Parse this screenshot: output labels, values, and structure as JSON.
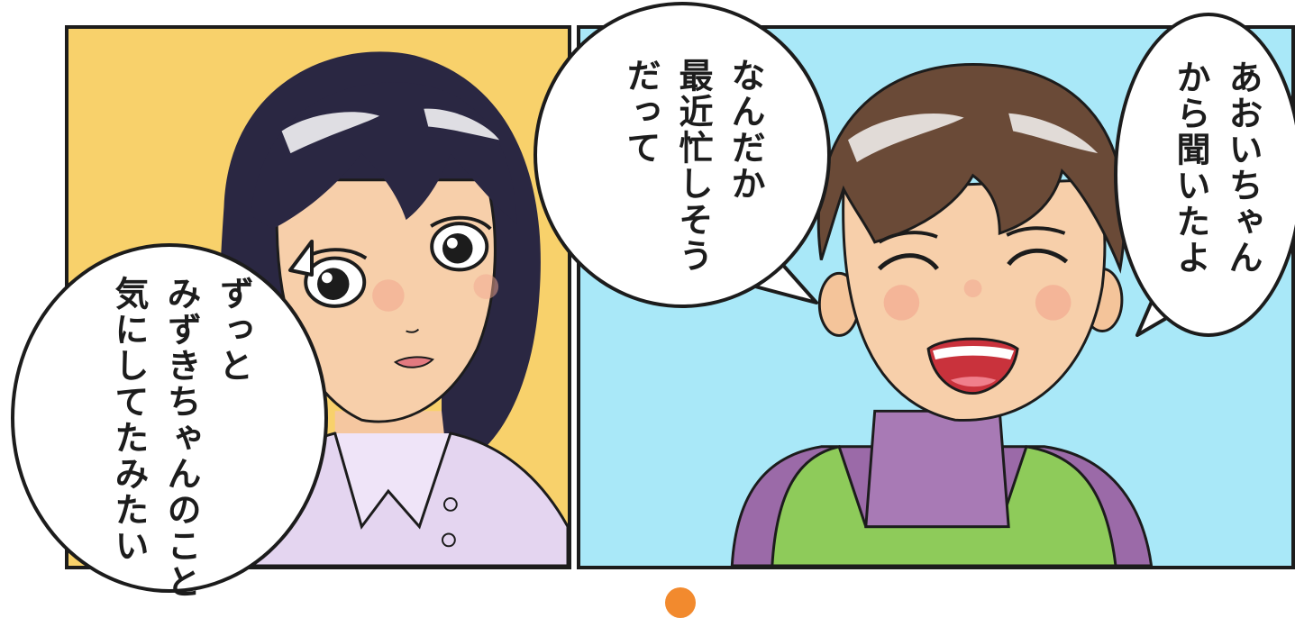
{
  "panels": {
    "left": {
      "bg_color": "#f8d16b",
      "bubble": {
        "text": "ずっと\nみずきちゃんのこと\n気にしてたみたい"
      }
    },
    "right": {
      "bg_color": "#a9e8f8",
      "bubble_center": {
        "text": "なんだか\n最近忙しそう\nだって"
      },
      "bubble_right": {
        "text": "あおいちゃん\nから聞いたよ"
      }
    }
  },
  "accent_color": "#f28a2e",
  "ink_color": "#1c1c1c"
}
